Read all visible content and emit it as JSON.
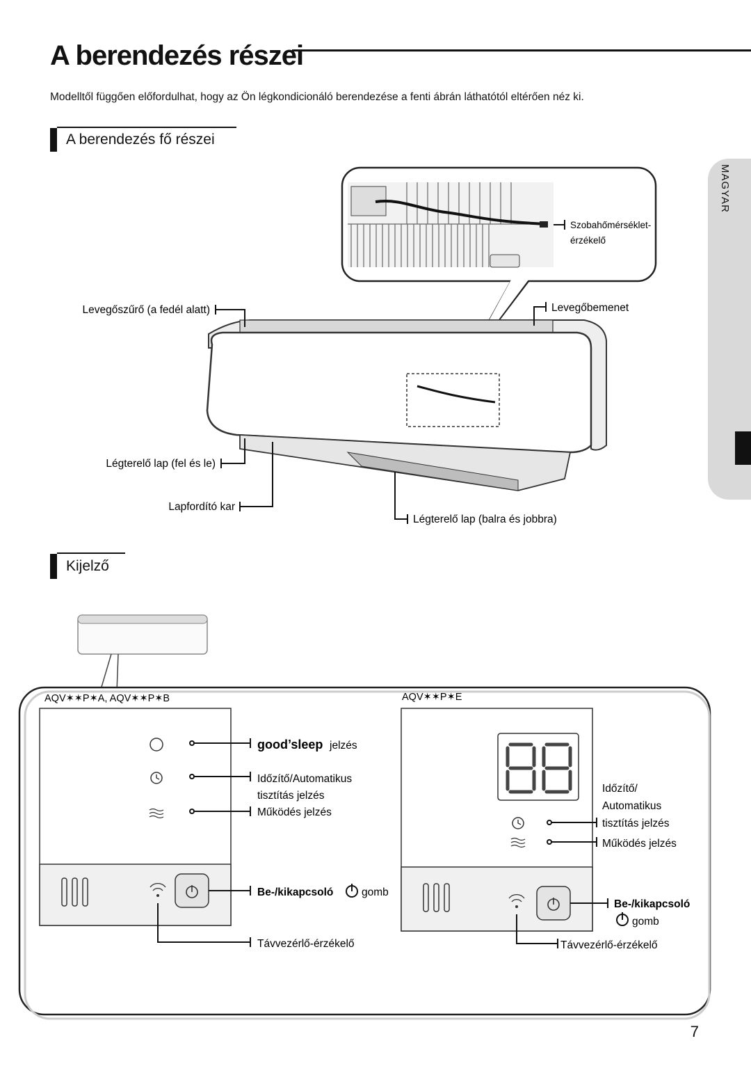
{
  "page": {
    "title": "A berendezés részei",
    "intro": "Modelltől függően előfordulhat, hogy az Ön légkondicionáló berendezése a fenti ábrán láthatótól eltérően néz ki.",
    "page_number": "7",
    "language_tab": "MAGYAR"
  },
  "main_parts": {
    "heading": "A berendezés fő részei",
    "labels": {
      "room_temp_sensor_1": "Szobahőmérséklet-",
      "room_temp_sensor_2": "érzékelő",
      "air_filter": "Levegőszűrő (a fedél alatt)",
      "air_inlet": "Levegőbemenet",
      "blade_updown": "Légterelő lap (fel és le)",
      "blade_lever": "Lapfordító kar",
      "blade_leftright": "Légterelő lap (balra és jobbra)"
    }
  },
  "display": {
    "heading": "Kijelző",
    "left_model": "AQV✶✶P✶A, AQV✶✶P✶B",
    "right_model": "AQV✶✶P✶E",
    "left_labels": {
      "goodsleep_brand": "good’sleep",
      "goodsleep_suffix": "jelzés",
      "timer_1": "Időzítő/Automatikus",
      "timer_2": "tisztítás jelzés",
      "operation": "Működés jelzés",
      "power_bold": "Be-/kikapcsoló",
      "power_suffix": "gomb",
      "remote_sensor": "Távvezérlő-érzékelő"
    },
    "right_labels": {
      "timer_1": "Időzítő/",
      "timer_2": "Automatikus",
      "timer_3": "tisztítás jelzés",
      "operation": "Működés jelzés",
      "power_bold": "Be-/kikapcsoló",
      "power_suffix": "gomb",
      "remote_sensor": "Távvezérlő-érzékelő"
    }
  }
}
